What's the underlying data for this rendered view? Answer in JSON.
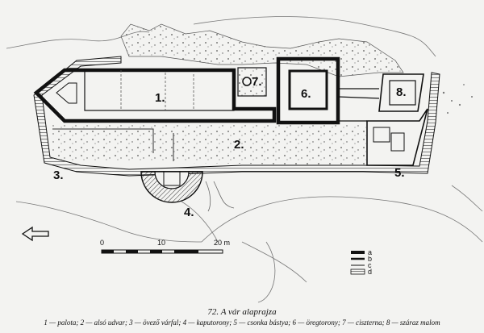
{
  "caption": {
    "title": "72. A vár alaprajza",
    "legend": "1 — palota; 2 — alsó udvar; 3 — övező várfal; 4 — kaputorony; 5 — csonka bástya; 6 — öregtorony; 7 — ciszterna; 8 — száraz malom"
  },
  "labels": {
    "l1": "1.",
    "l2": "2.",
    "l3": "3.",
    "l4": "4.",
    "l5": "5.",
    "l6": "6.",
    "l7": "7.",
    "l8": "8."
  },
  "scale": {
    "t0": "0",
    "t10": "10",
    "t20": "20 m"
  },
  "legend": {
    "a": "a",
    "b": "b",
    "c": "c",
    "d": "d"
  },
  "colors": {
    "ink": "#111111",
    "paper": "#f3f3f1",
    "hatch": "#333333"
  }
}
